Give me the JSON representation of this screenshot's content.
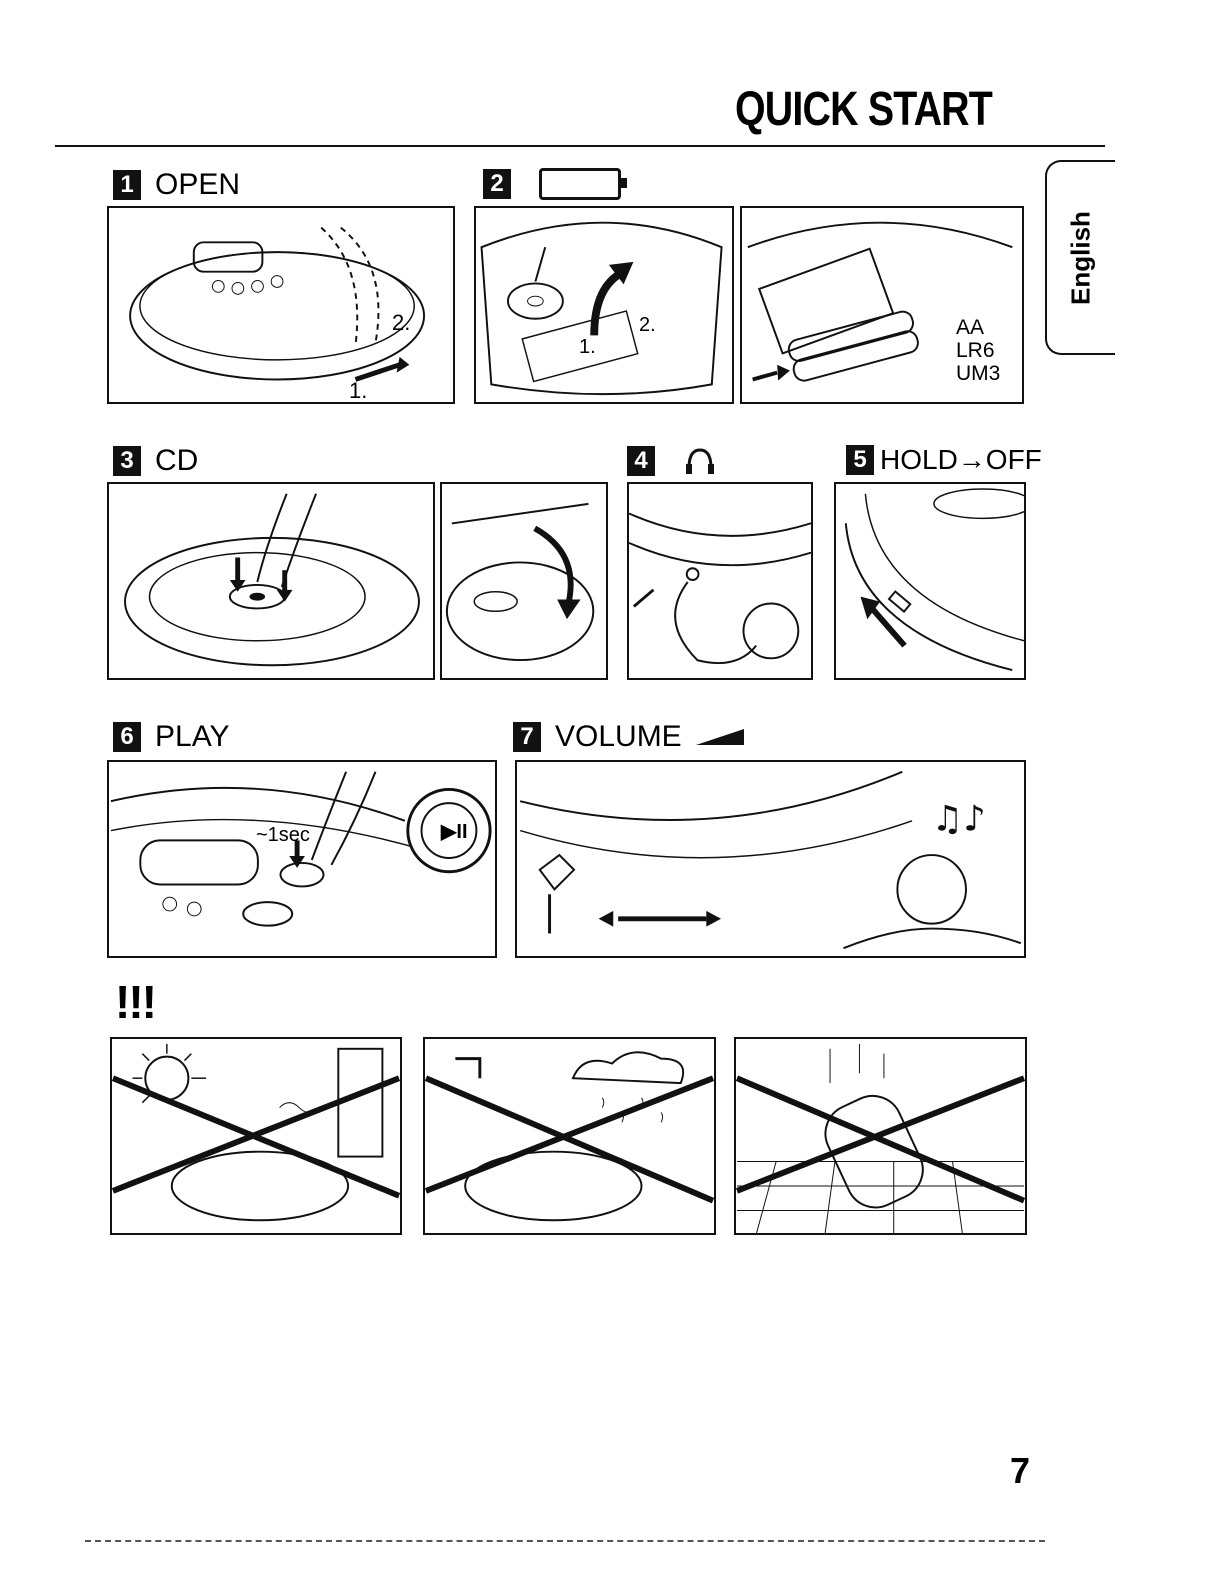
{
  "header": {
    "title": "QUICK START"
  },
  "language_tab": {
    "label": "English"
  },
  "steps": [
    {
      "number": "1",
      "label": "OPEN"
    },
    {
      "number": "2",
      "label": "",
      "icon": "battery-icon"
    },
    {
      "number": "3",
      "label": "CD"
    },
    {
      "number": "4",
      "label": "",
      "icon": "headphones-icon"
    },
    {
      "number": "5",
      "label": "HOLD→OFF"
    },
    {
      "number": "6",
      "label": "PLAY"
    },
    {
      "number": "7",
      "label": "VOLUME",
      "icon": "volume-wedge-icon"
    }
  ],
  "panel_text": {
    "open_step1": "1.",
    "open_step2": "2.",
    "batt_step1": "1.",
    "batt_step2": "2.",
    "battery_types": [
      "AA",
      "LR6",
      "UM3"
    ],
    "play_hold": "~1sec",
    "play_symbol": "▶II"
  },
  "warnings": {
    "marker": "!!!"
  },
  "footer": {
    "page_number": "7"
  }
}
